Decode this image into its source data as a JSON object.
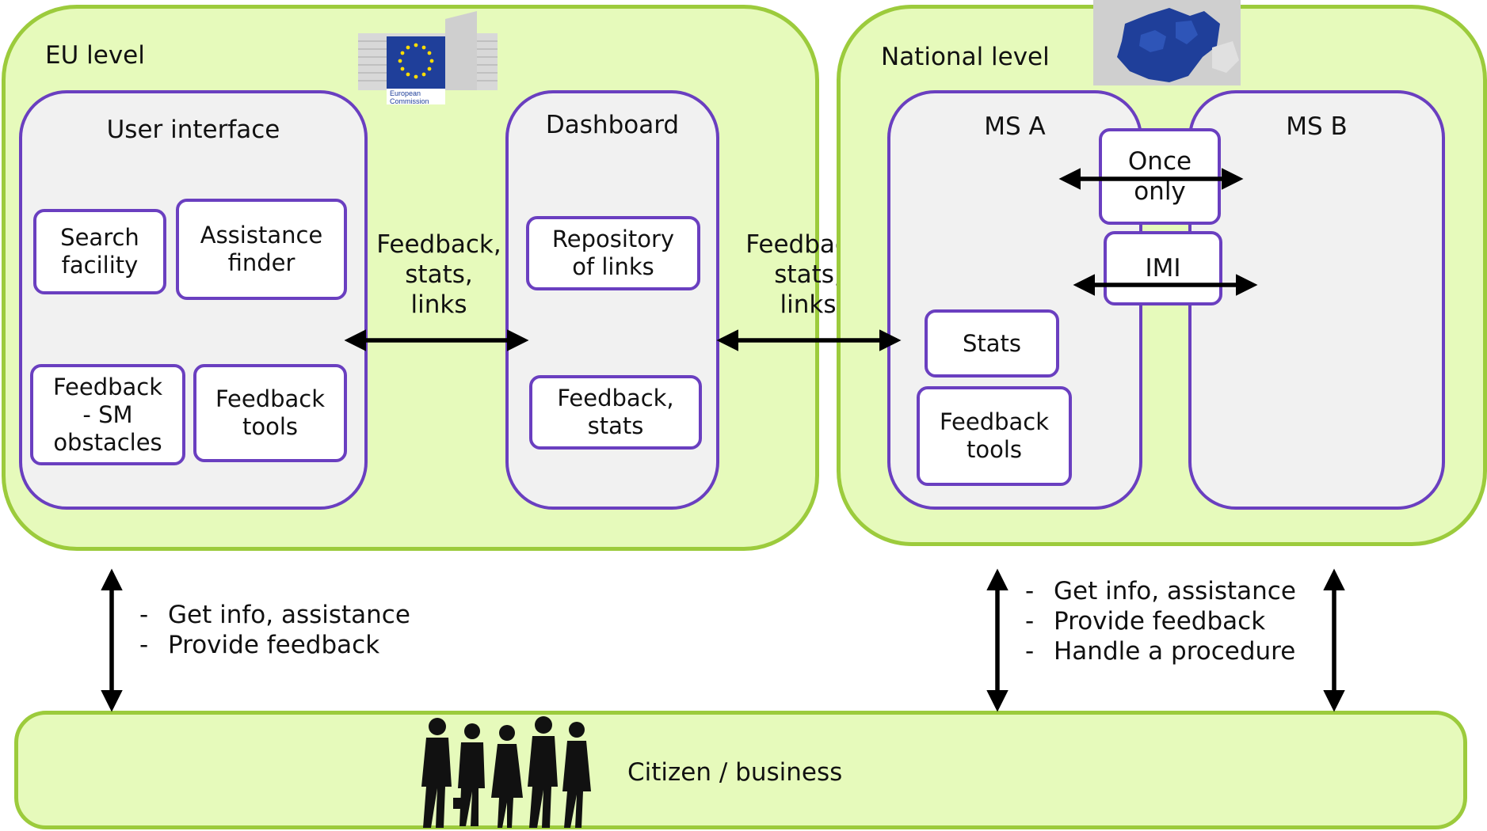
{
  "eu": {
    "label": "EU level",
    "logo_text": [
      "European",
      "Commission"
    ],
    "user_interface": {
      "title": "User interface",
      "items": [
        "Search\nfacility",
        "Assistance\nfinder",
        "Feedback\n- SM\nobstacles",
        "Feedback\ntools"
      ]
    },
    "dashboard": {
      "title": "Dashboard",
      "items": [
        "Repository\nof links",
        "Feedback,\nstats"
      ]
    }
  },
  "flow_labels": {
    "ui_dashboard": "Feedback,\nstats,\nlinks",
    "dashboard_national": "Feedback,\nstats,\nlinks"
  },
  "national": {
    "label": "National level",
    "ms_a": {
      "title": "MS A",
      "items": [
        "Stats",
        "Feedback\ntools"
      ]
    },
    "ms_b": {
      "title": "MS B"
    },
    "links": [
      "Once\nonly",
      "IMI"
    ]
  },
  "interactions": {
    "eu": [
      "Get info, assistance",
      "Provide feedback"
    ],
    "national": [
      "Get info, assistance",
      "Provide feedback",
      "Handle a procedure"
    ]
  },
  "citizen": {
    "label": "Citizen / business"
  },
  "colors": {
    "zone_fill": "#e6fabb",
    "zone_border": "#9ccb3c",
    "panel_fill": "#f1f1f1",
    "accent": "#6a3fc0",
    "eu_blue": "#1f3f9a",
    "eu_star": "#ffdd00"
  }
}
